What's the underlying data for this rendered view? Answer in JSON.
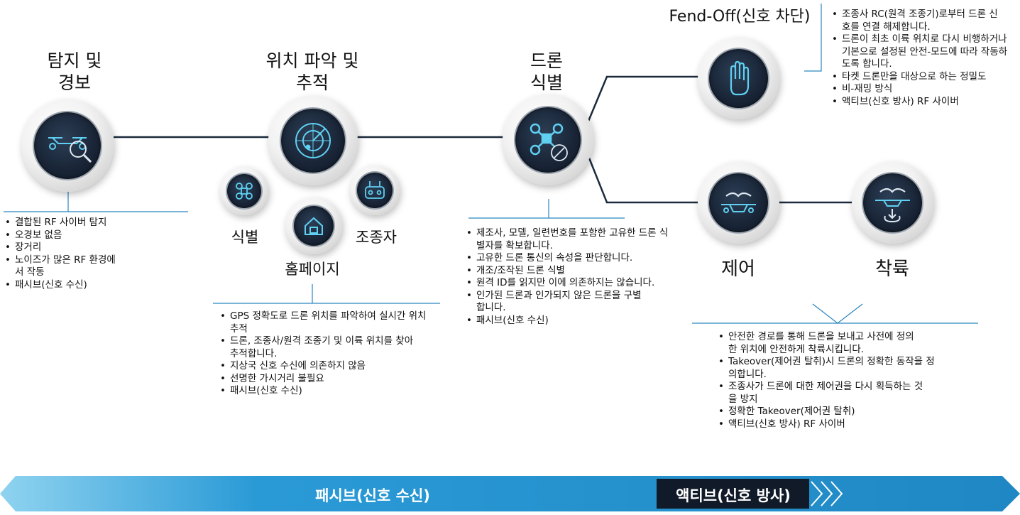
{
  "stages": {
    "detect": {
      "title_line1": "탐지 및",
      "title_line2": "경보",
      "bullets": [
        "결합된 RF 사이버 탐지",
        "오경보 없음",
        "장거리",
        "노이즈가 많은 RF 환경에서 작동",
        "패시브(신호 수신)"
      ],
      "icon": "drone-search-icon"
    },
    "locate": {
      "title_line1": "위치 파악 및",
      "title_line2": "추적",
      "sub_identify": "식별",
      "sub_home": "홈페이지",
      "sub_pilot": "조종자",
      "bullets": [
        "GPS 정확도로 드론 위치를 파악하여 실시간 위치 추적",
        "드론, 조종사/원격 조종기 및 이륙 위치를 찾아 추적합니다.",
        "지상국 신호 수신에 의존하지 않음",
        "선명한 가시거리 불필요",
        "패시브(신호 수신)"
      ],
      "icon": "radar-icon"
    },
    "identify": {
      "title_line1": "드론",
      "title_line2": "식별",
      "bullets": [
        "제조사, 모델, 일련번호를 포함한 고유한 드론 식별자를 확보합니다.",
        "고유한 드론 통신의 속성을 판단합니다.",
        "개조/조작된 드론 식별",
        "원격 ID를 읽지만 이에 의존하지는 않습니다.",
        "인가된 드론과 인가되지 않은 드론을 구별합니다.",
        "패시브(신호 수신)"
      ],
      "icon": "drone-target-icon"
    },
    "fendoff": {
      "title": "Fend-Off(신호 차단)",
      "bullets": [
        "조종사 RC(원격 조종기)로부터 드론 신호를 연결 해제합니다.",
        "드론이 최초 이륙 위치로 다시 비행하거나 기본으로 설정된 안전-모드에 따라 작동하도록 합니다.",
        "타켓 드론만을 대상으로 하는 정밀도",
        "비-재밍 방식",
        "액티브(신호 방사) RF 사이버"
      ],
      "icon": "hand-stop-icon"
    },
    "control": {
      "label": "제어",
      "icon": "drone-control-icon"
    },
    "landing": {
      "label": "착륙",
      "icon": "drone-landing-icon",
      "bullets": [
        "안전한 경로를 통해 드론을 보내고 사전에 정의한 위치에 안전하게 착륙시킵니다.",
        "Takeover(제어권 탈취)시 드론의 정확한 동작을 정의합니다.",
        "조종사가 드론에 대한 제어권을 다시 획득하는 것을 방지",
        "정확한 Takeover(제어권 탈취)",
        "액티브(신호 방사) RF 사이버"
      ]
    }
  },
  "bar": {
    "passive_label": "패시브(신호 수신)",
    "active_label": "액티브(신호 방사)"
  },
  "colors": {
    "bar_blue": "#1f88c4",
    "bar_light": "#8fd3f0",
    "node_dark": "#1a2638",
    "icon_cyan": "#5fd0f2",
    "line_dark": "#1b2a3c"
  }
}
